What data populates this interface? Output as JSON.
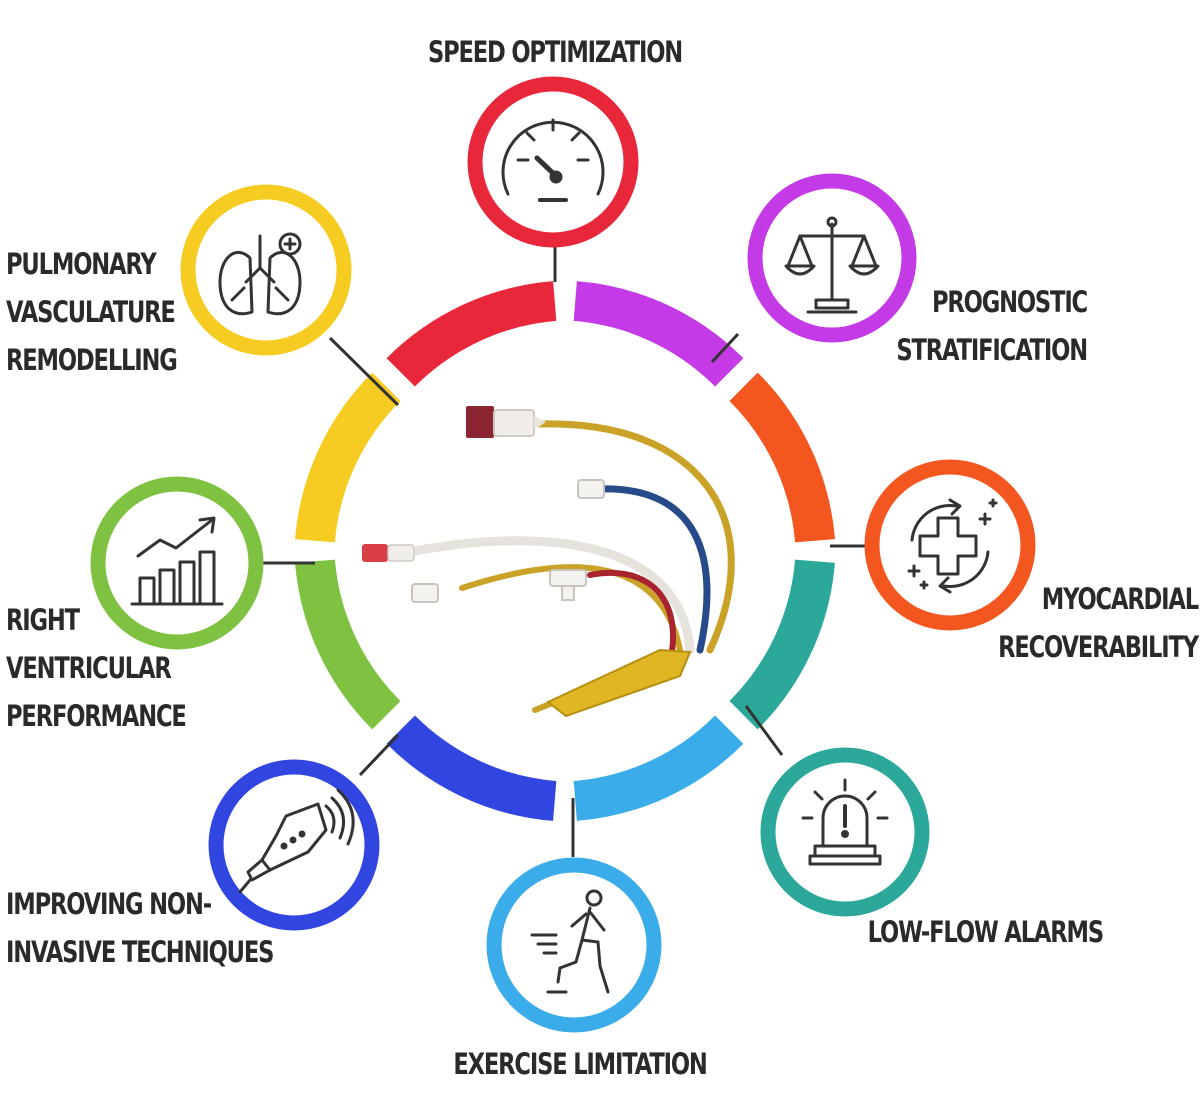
{
  "colors": {
    "speed": "#e8283a",
    "prognostic": "#c43ae6",
    "myocardial": "#f4561f",
    "lowflow": "#2ba89a",
    "exercise": "#3aace9",
    "noninvasive": "#3146e0",
    "rv": "#7fc241",
    "pulmonary": "#f7cc22",
    "text": "#2a2a2a",
    "icon": "#333333"
  },
  "labels": {
    "speed": "SPEED OPTIMIZATION",
    "prognostic": "PROGNOSTIC\nSTRATIFICATION",
    "myocardial": "MYOCARDIAL\nRECOVERABILITY",
    "lowflow": "LOW-FLOW ALARMS",
    "exercise": "EXERCISE LIMITATION",
    "noninvasive": "IMPROVING NON-\nINVASIVE TECHNIQUES",
    "rv": "RIGHT\nVENTRICULAR\nPERFORMANCE",
    "pulmonary": "PULMONARY\nVASCULATURE\nREMODELLING"
  },
  "icons": {
    "speed": "speedometer-icon",
    "prognostic": "balance-scale-icon",
    "myocardial": "heart-recovery-cross-icon",
    "lowflow": "alarm-siren-icon",
    "exercise": "running-person-icon",
    "noninvasive": "ultrasound-probe-icon",
    "rv": "growth-bar-chart-icon",
    "pulmonary": "lungs-icon",
    "center": "pulmonary-artery-catheter-illustration"
  }
}
